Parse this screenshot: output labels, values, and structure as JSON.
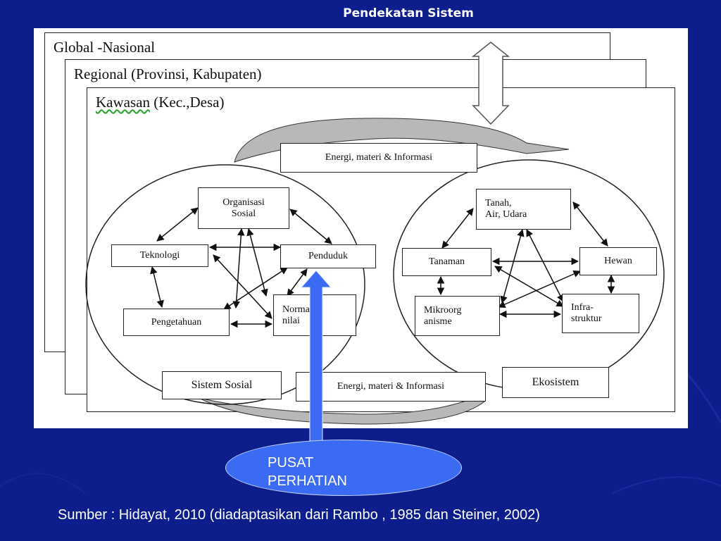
{
  "slide": {
    "title": "Pendekatan Sistem",
    "source": "Sumber : Hidayat, 2010 (diadaptasikan dari Rambo , 1985 dan  Steiner, 2002)"
  },
  "layers": {
    "global": "Global -Nasional",
    "regional": "Regional (Provinsi, Kabupaten)",
    "kawasan_word": "Kawasan",
    "kawasan_rest": " (Kec.,Desa)"
  },
  "flows": {
    "top": "Energi, materi & Informasi",
    "bottom": "Energi, materi & Informasi"
  },
  "social_system": {
    "label": "Sistem Sosial",
    "nodes": {
      "organisasi": "Organisasi\nSosial",
      "teknologi": "Teknologi",
      "penduduk": "Penduduk",
      "pengetahuan": "Pengetahuan",
      "norma": "Norma-\nnilai"
    }
  },
  "ecosystem": {
    "label": "Ekosistem",
    "nodes": {
      "tanah": "Tanah,\nAir, Udara",
      "tanaman": "Tanaman",
      "hewan": "Hewan",
      "mikro": "Mikroorg\nanisme",
      "infra": "Infra-\nstruktur"
    }
  },
  "focus": {
    "label": "PUSAT PERHATIAN"
  },
  "colors": {
    "background": "#0e1d8c",
    "focus_fill": "#3a6bf2",
    "panel": "#ffffff"
  }
}
